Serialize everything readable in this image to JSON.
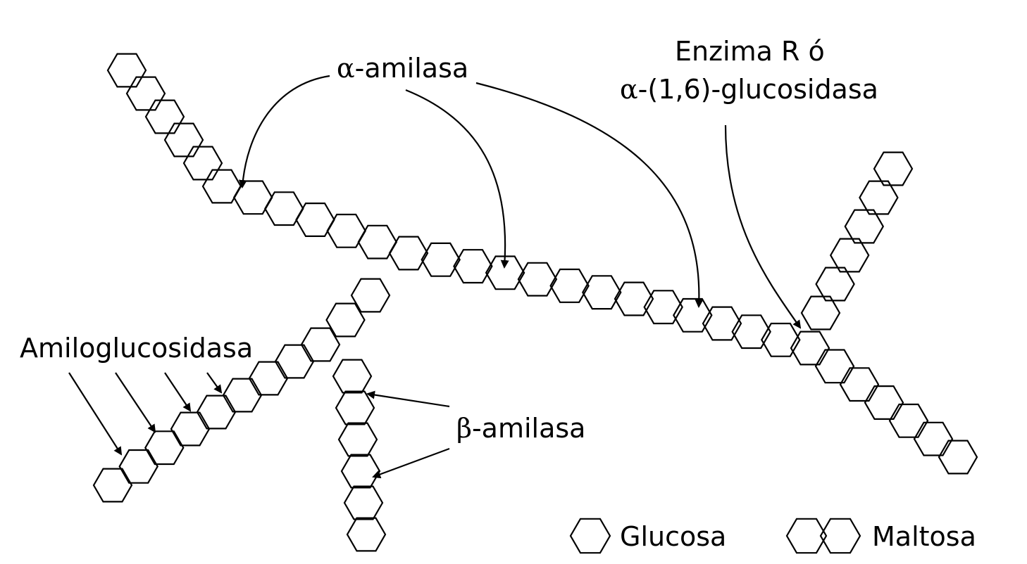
{
  "labels": {
    "alpha_amylase_symbol": "α",
    "alpha_amylase_text": "-amilasa",
    "enzyme_r_line1": "Enzima R ó",
    "enzyme_r_symbol": "α",
    "enzyme_r_line2_text": "-(1,6)-glucosidasa",
    "amyloglucosidase": "Amiloglucosidasa",
    "beta_amylase_symbol": "β",
    "beta_amylase_text": "-amilasa"
  },
  "legend": {
    "glucose_label": "Glucosa",
    "maltose_label": "Maltosa"
  },
  "style": {
    "stroke_color": "#000000",
    "background": "#ffffff"
  }
}
